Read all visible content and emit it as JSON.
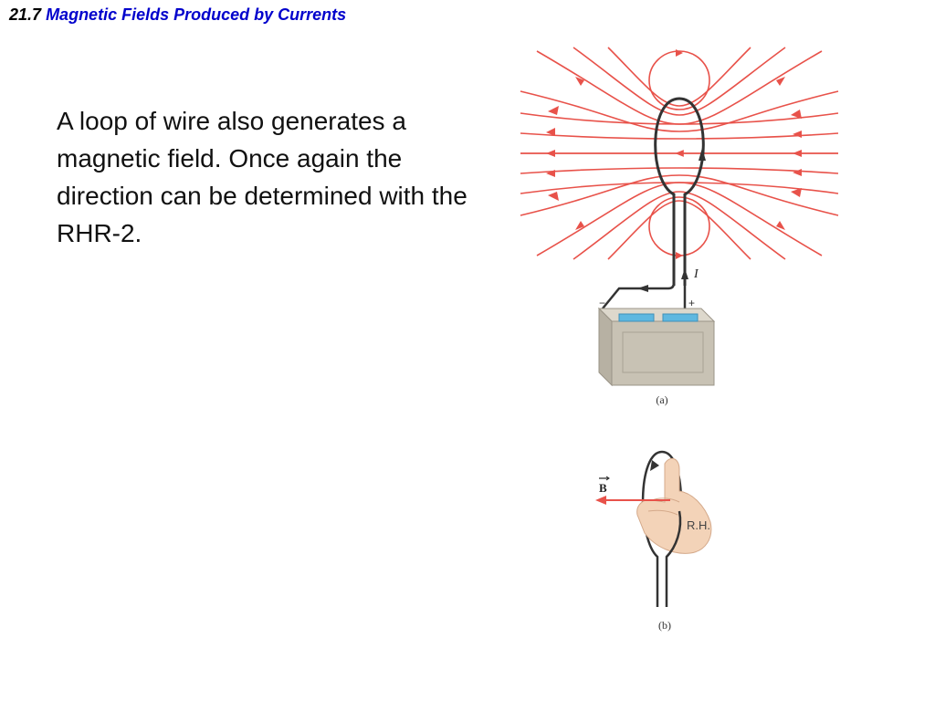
{
  "heading": {
    "number": "21.7",
    "title": "Magnetic Fields Produced by Currents"
  },
  "body_text": "A loop of wire also generates a magnetic field.  Once again the direction can be determined with the RHR-2.",
  "figure_a": {
    "current_label": "I",
    "minus_label": "−",
    "plus_label": "+",
    "caption": "(a)"
  },
  "figure_b": {
    "field_label": "B",
    "hand_label": "R.H.",
    "caption": "(b)"
  },
  "colors": {
    "title": "#0000cc",
    "field_lines": "#e8524a",
    "wire": "#333333",
    "battery_body": "#c8c2b4",
    "battery_terminals": "#5fb8e0",
    "hand": "#f3d3b8"
  },
  "icons": [
    "battery-icon",
    "right-hand-icon",
    "arrow-icon"
  ]
}
